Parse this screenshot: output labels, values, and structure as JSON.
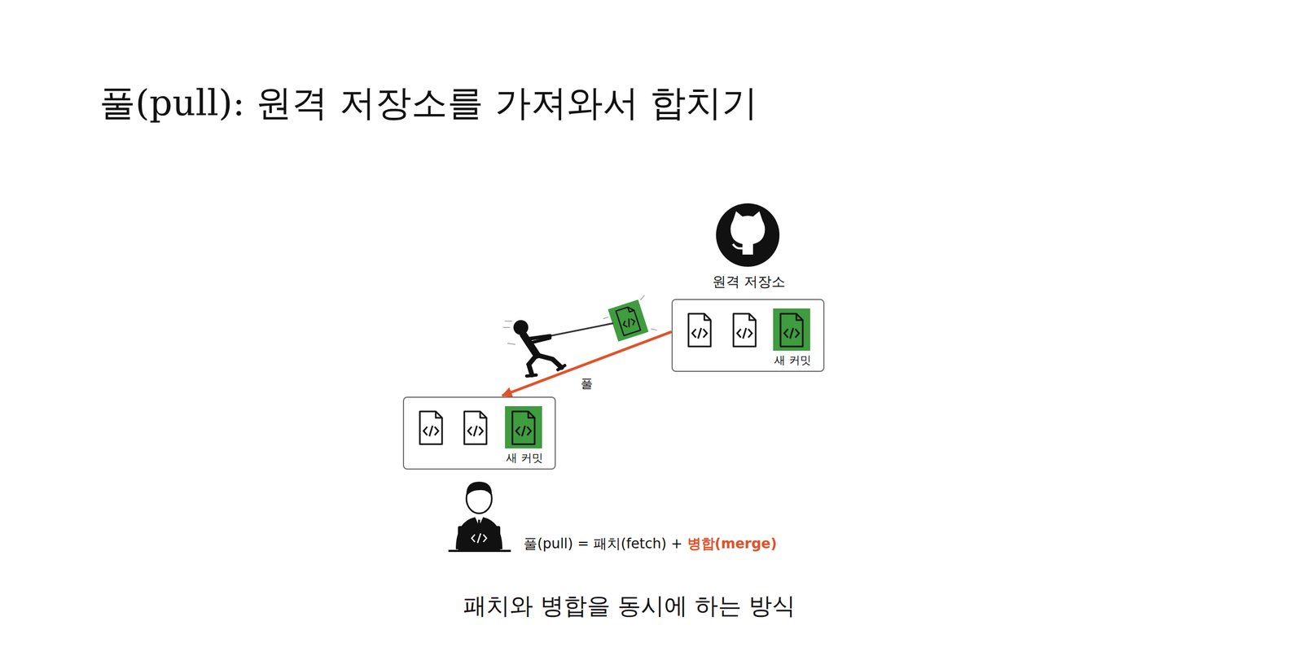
{
  "diagram": {
    "title": "풀(pull): 원격 저장소를 가져와서 합치기",
    "caption": "패치와 병합을 동시에 하는 방식",
    "nodes": [
      {
        "text": [
          "원격 저장소",
          "새 커밋"
        ]
      },
      {
        "text": [
          "새 커밋"
        ]
      }
    ],
    "edges": [
      {
        "from": 0,
        "to": 1,
        "arrow": "to",
        "label": "풀"
      }
    ],
    "labels": [
      "풀(pull) = 패치(fetch) +",
      "병합(merge)"
    ]
  }
}
